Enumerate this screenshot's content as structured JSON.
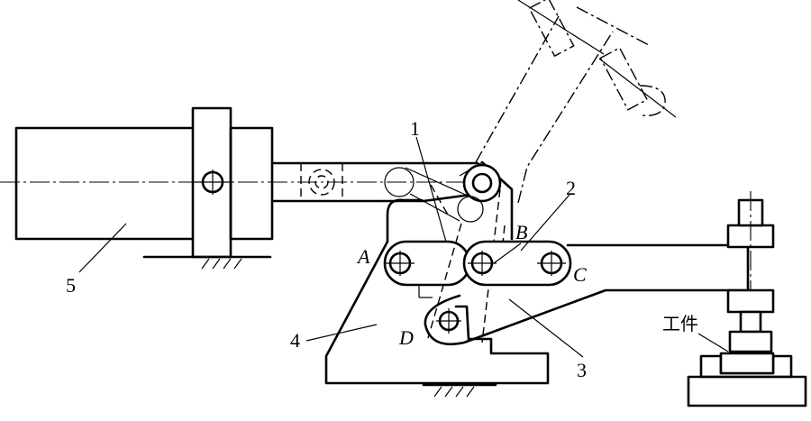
{
  "labels": {
    "part1": "1",
    "part2": "2",
    "part3": "3",
    "part4": "4",
    "part5": "5",
    "pointA": "A",
    "pointB": "B",
    "pointC": "C",
    "pointD": "D",
    "workpiece": "工件"
  },
  "colors": {
    "line": "#000000",
    "background": "#ffffff"
  }
}
